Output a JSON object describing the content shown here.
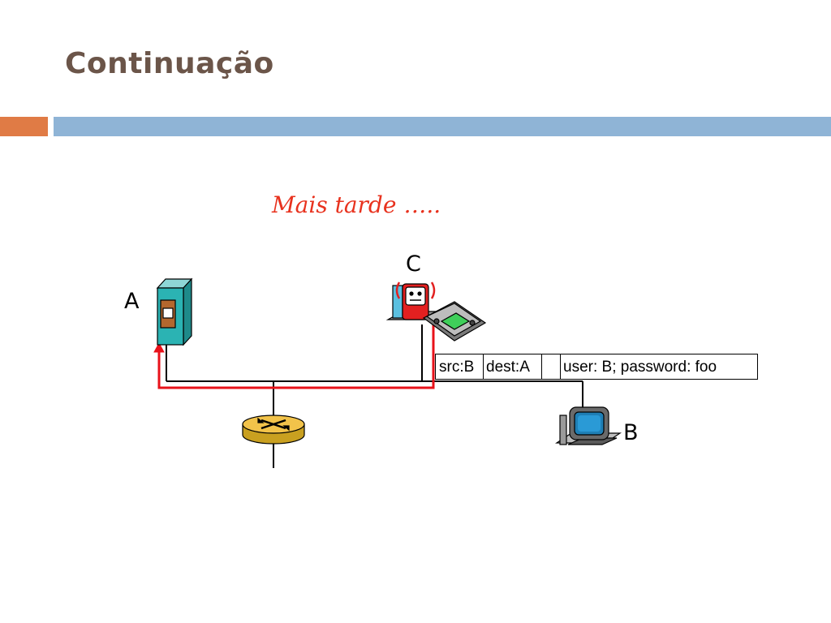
{
  "slide": {
    "title": "Continuação",
    "subtitle": "Mais tarde …..",
    "colors": {
      "title": "#6b5549",
      "accent_bar": "#e07b45",
      "main_bar": "#8fb4d6",
      "subtitle": "#e8321e",
      "red_path": "#e8121a"
    }
  },
  "nodes": {
    "a": {
      "label": "A",
      "icon": "server-icon"
    },
    "c": {
      "label": "C",
      "icon": "attacker-pda-icon"
    },
    "b": {
      "label": "B",
      "icon": "computer-icon"
    },
    "router": {
      "icon": "router-icon"
    }
  },
  "packet": {
    "src": "src:B",
    "dest": "dest:A",
    "payload": "user: B; password: foo"
  }
}
